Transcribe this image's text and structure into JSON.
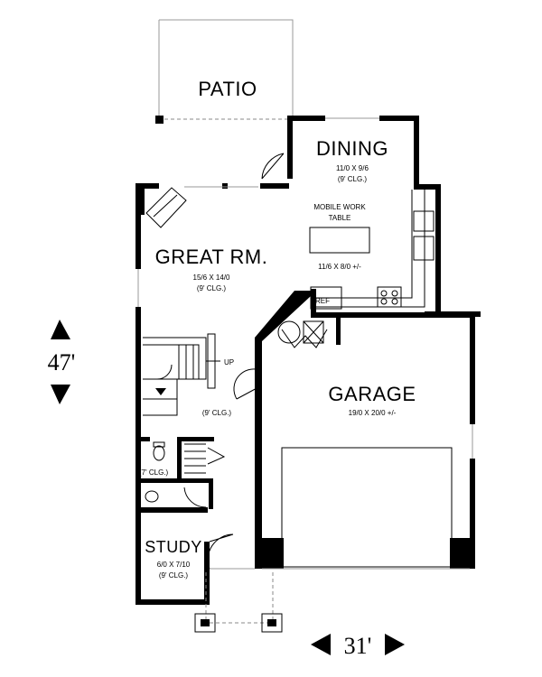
{
  "rooms": {
    "patio": {
      "name": "PATIO"
    },
    "dining": {
      "name": "DINING",
      "size": "11/0 X 9/6",
      "ceiling": "(9' CLG.)"
    },
    "work_table": {
      "line1": "MOBILE WORK",
      "line2": "TABLE",
      "size": "11/6 X 8/0 +/-"
    },
    "great_room": {
      "name": "GREAT RM.",
      "size": "15/6 X 14/0",
      "ceiling": "(9' CLG.)"
    },
    "hall": {
      "ceiling": "(9' CLG.)"
    },
    "garage": {
      "name": "GARAGE",
      "size": "19/0 X 20/0 +/-"
    },
    "study": {
      "name": "STUDY",
      "size": "6/0 X 7/10",
      "ceiling": "(9' CLG.)"
    },
    "bath": {
      "ceiling": "(7' CLG.)"
    }
  },
  "labels": {
    "ref": "REF",
    "stair_up": "UP"
  },
  "dimensions": {
    "depth": "47'",
    "width": "31'"
  }
}
